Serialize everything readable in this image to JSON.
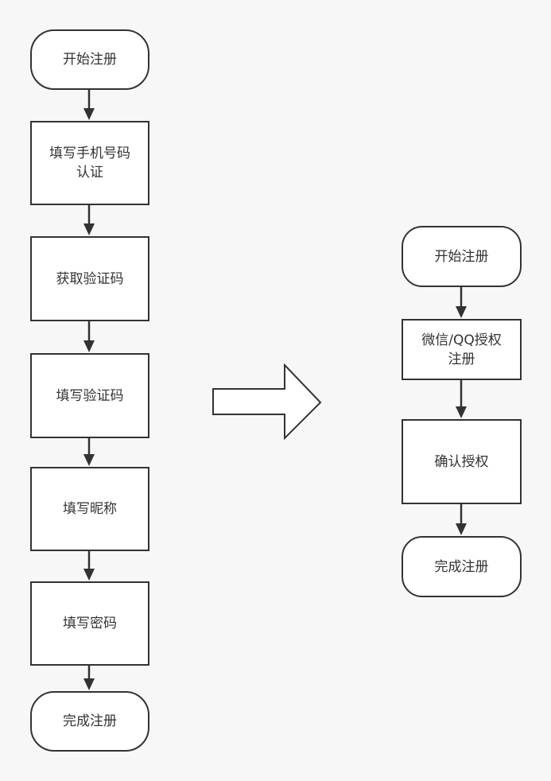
{
  "left_flow": {
    "start": "开始注册",
    "phone": "填写手机号码\n认证",
    "get_code": "获取验证码",
    "fill_code": "填写验证码",
    "nickname": "填写昵称",
    "password": "填写密码",
    "done": "完成注册"
  },
  "right_flow": {
    "start": "开始注册",
    "auth": "微信/QQ授权\n注册",
    "confirm": "确认授权",
    "done": "完成注册"
  },
  "colors": {
    "background": "#f7f7f7",
    "stroke": "#333333",
    "node_fill": "#ffffff"
  }
}
